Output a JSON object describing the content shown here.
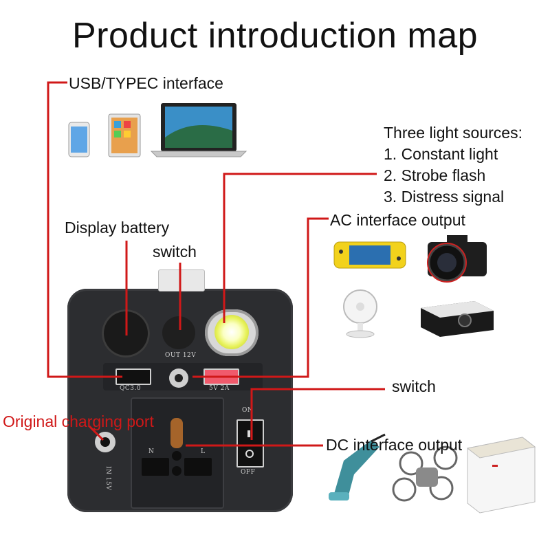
{
  "title": "Product introduction map",
  "labels": {
    "usb": "USB/TYPEC interface",
    "light_heading": "Three light sources:",
    "light_1": "1. Constant light",
    "light_2": "2. Strobe flash",
    "light_3": "3. Distress signal",
    "ac": "AC interface output",
    "display_battery": "Display battery",
    "switch_top": "switch",
    "switch_right": "switch",
    "charging": "Original charging port",
    "dc": "DC interface output"
  },
  "device_text": {
    "out12v": "OUT 12V",
    "qc": "QC3.0",
    "usb_rating": "5V 2A",
    "on": "ON",
    "off": "OFF",
    "in15v": "IN 15V",
    "socket_n": "N",
    "socket_l": "L"
  },
  "colors": {
    "leader_line": "#d01818",
    "device_body": "#2c2d30",
    "label_red": "#d01818"
  },
  "icons": [
    "phone-icon",
    "tablet-icon",
    "laptop-icon",
    "game-console-icon",
    "camera-icon",
    "fan-icon",
    "projector-icon",
    "vacuum-icon",
    "drone-icon",
    "freezer-icon"
  ]
}
